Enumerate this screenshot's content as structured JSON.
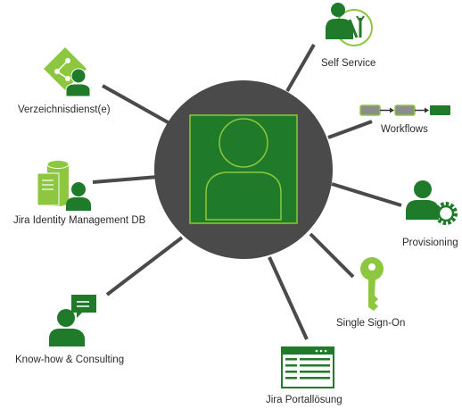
{
  "colors": {
    "hub": "#4a4a4a",
    "spoke": "#4a4a4a",
    "green_dark": "#1f7a2a",
    "green_light": "#8dc63f",
    "grey_box": "#8c8c8c"
  },
  "center": {
    "icon": "user-silhouette-icon"
  },
  "nodes": [
    {
      "id": "self-service",
      "label": "Self Service",
      "icon": "user-with-tools-icon"
    },
    {
      "id": "workflows",
      "label": "Workflows",
      "icon": "workflow-chain-icon"
    },
    {
      "id": "provisioning",
      "label": "Provisioning",
      "icon": "user-with-gear-icon"
    },
    {
      "id": "single-sign-on",
      "label": "Single Sign-On",
      "icon": "key-icon"
    },
    {
      "id": "jira-portalloesung",
      "label": "Jira Portallösung",
      "icon": "browser-window-icon"
    },
    {
      "id": "know-how-consulting",
      "label": "Know-how & Consulting",
      "icon": "user-with-speech-bubble-icon"
    },
    {
      "id": "jira-identity-management-db",
      "label": "Jira Identity Management DB",
      "icon": "database-with-user-icon"
    },
    {
      "id": "verzeichnisdienst",
      "label": "Verzeichnisdienst(e)",
      "icon": "directory-tree-with-user-icon"
    }
  ]
}
